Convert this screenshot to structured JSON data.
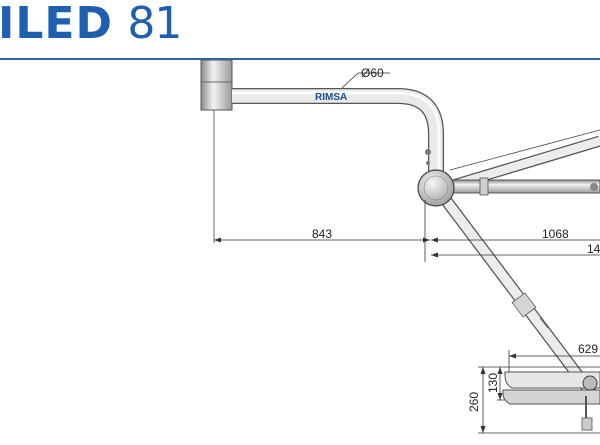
{
  "header": {
    "dotted_text": "ILED",
    "model_number": "81",
    "accent_color": "#1d5fb0"
  },
  "drawing": {
    "brand_label": "RIMSA",
    "dimensions": {
      "tube_diameter": "Ø60",
      "arm_length_1": "843",
      "arm_length_2": "1068",
      "arm_length_total": "14",
      "head_width": "629",
      "head_height_1": "130",
      "head_height_2": "260"
    }
  }
}
